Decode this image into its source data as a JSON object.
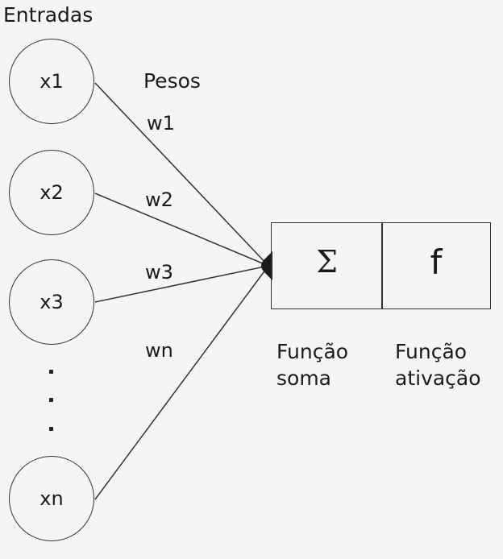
{
  "title": "Entradas",
  "weights_title": "Pesos",
  "inputs": [
    "x1",
    "x2",
    "x3",
    "xn"
  ],
  "weights": [
    "w1",
    "w2",
    "w3",
    "wn"
  ],
  "sum_symbol": "Σ",
  "activation_symbol": "f",
  "sum_label": {
    "line1": "Função",
    "line2": "soma"
  },
  "activation_label": {
    "line1": "Função",
    "line2": "ativação"
  },
  "colors": {
    "background": "#f5f5f5",
    "stroke": "#333333",
    "text": "#1a1a1a"
  }
}
